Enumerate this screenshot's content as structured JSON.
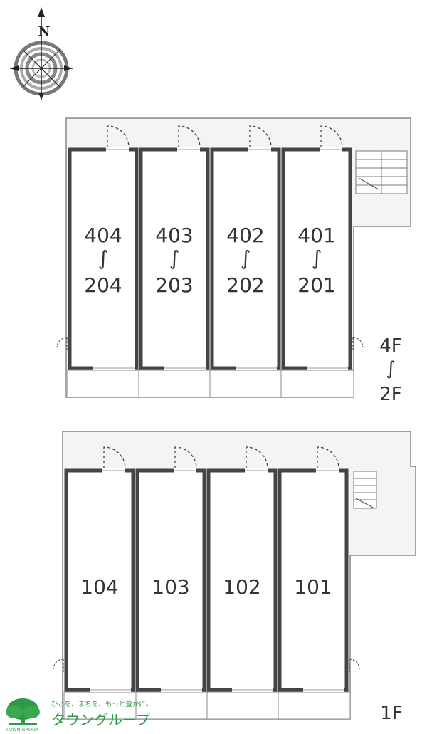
{
  "compass": {
    "north_label": "N",
    "icon": "compass-icon"
  },
  "upper_block": {
    "floor_label_top": "4F",
    "floor_label_mid": "∫",
    "floor_label_bottom": "2F",
    "units": [
      {
        "top": "404",
        "mid": "∫",
        "bottom": "204"
      },
      {
        "top": "403",
        "mid": "∫",
        "bottom": "203"
      },
      {
        "top": "402",
        "mid": "∫",
        "bottom": "202"
      },
      {
        "top": "401",
        "mid": "∫",
        "bottom": "201"
      }
    ]
  },
  "lower_block": {
    "floor_label": "1F",
    "units": [
      "104",
      "103",
      "102",
      "101"
    ]
  },
  "brand": {
    "tagline": "ひとを、まちを、もっと豊かに。",
    "name": "タウングループ",
    "small": "TOWN GROUP",
    "color": "#2e9a46"
  },
  "colors": {
    "wall": "#444444",
    "corridor": "#f2f2f2",
    "line": "#888888"
  }
}
